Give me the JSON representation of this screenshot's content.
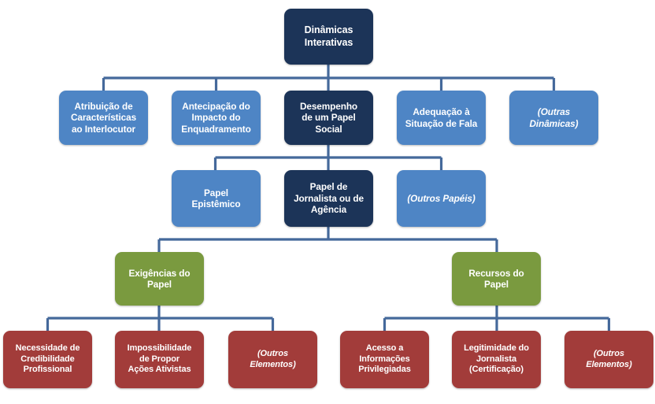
{
  "diagram": {
    "title": "Dinâmicas Interativas",
    "palette": {
      "navy": "#1c3458",
      "blue": "#4e85c5",
      "green": "#7a9a3f",
      "red": "#a23c3a",
      "connector": "#45699b",
      "background": "#ffffff",
      "text": "#ffffff"
    },
    "levels": [
      {
        "name": "root",
        "nodes": [
          {
            "id": "dinamicas-interativas",
            "label": "Dinâmicas\nInterativas",
            "color": "navy",
            "italic": false
          }
        ]
      },
      {
        "name": "dinamicas",
        "nodes": [
          {
            "id": "atribuicao-caracteristicas",
            "label": "Atribuição de\nCaracterísticas\nao Interlocutor",
            "color": "blue",
            "italic": false
          },
          {
            "id": "antecipacao-impacto",
            "label": "Antecipação do\nImpacto do\nEnquadramento",
            "color": "blue",
            "italic": false
          },
          {
            "id": "desempenho-papel-social",
            "label": "Desempenho\nde um Papel\nSocial",
            "color": "navy",
            "italic": false
          },
          {
            "id": "adequacao-situacao-fala",
            "label": "Adequação à\nSituação de Fala",
            "color": "blue",
            "italic": false
          },
          {
            "id": "outras-dinamicas",
            "label": "(Outras\nDinâmicas)",
            "color": "blue",
            "italic": true
          }
        ]
      },
      {
        "name": "papeis",
        "nodes": [
          {
            "id": "papel-epistemico",
            "label": "Papel\nEpistêmico",
            "color": "blue",
            "italic": false
          },
          {
            "id": "papel-jornalista-agencia",
            "label": "Papel de\nJornalista ou de\nAgência",
            "color": "navy",
            "italic": false
          },
          {
            "id": "outros-papeis",
            "label": "(Outros Papéis)",
            "color": "blue",
            "italic": true
          }
        ]
      },
      {
        "name": "papel-desdobramentos",
        "nodes": [
          {
            "id": "exigencias-do-papel",
            "label": "Exigências do\nPapel",
            "color": "green",
            "italic": false
          },
          {
            "id": "recursos-do-papel",
            "label": "Recursos do\nPapel",
            "color": "green",
            "italic": false
          }
        ]
      },
      {
        "name": "elementos",
        "nodes": [
          {
            "id": "necessidade-credibilidade",
            "label": "Necessidade de\nCredibilidade\nProfissional",
            "color": "red",
            "italic": false
          },
          {
            "id": "impossibilidade-acoes-ativistas",
            "label": "Impossibilidade\nde Propor\nAções Ativistas",
            "color": "red",
            "italic": false
          },
          {
            "id": "outros-elementos-exigencias",
            "label": "(Outros\nElementos)",
            "color": "red",
            "italic": true
          },
          {
            "id": "acesso-informacoes-privilegiadas",
            "label": "Acesso a\nInformações\nPrivilegiadas",
            "color": "red",
            "italic": false
          },
          {
            "id": "legitimidade-jornalista",
            "label": "Legitimidade do\nJornalista\n(Certificação)",
            "color": "red",
            "italic": false
          },
          {
            "id": "outros-elementos-recursos",
            "label": "(Outros\nElementos)",
            "color": "red",
            "italic": true
          }
        ]
      }
    ]
  }
}
